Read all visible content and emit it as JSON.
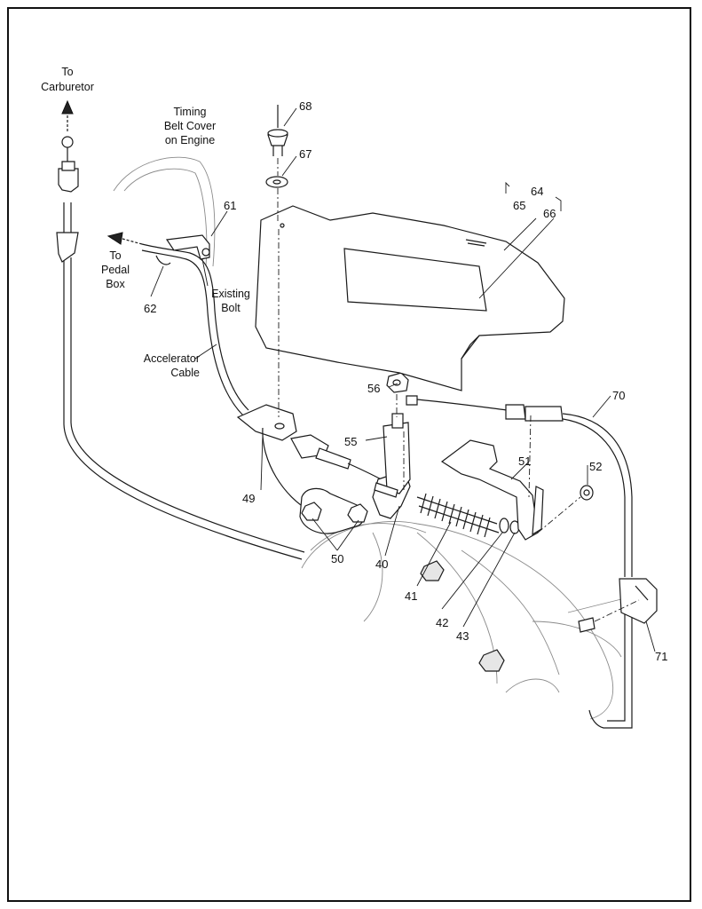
{
  "labels": {
    "to_carburetor": [
      "To",
      "Carburetor"
    ],
    "timing_belt": [
      "Timing",
      "Belt Cover",
      "on Engine"
    ],
    "to_pedal_box": [
      "To",
      "Pedal",
      "Box"
    ],
    "existing_bolt": [
      "Existing",
      "Bolt"
    ],
    "accelerator_cable": [
      "Accelerator",
      "Cable"
    ]
  },
  "parts": [
    "68",
    "67",
    "64",
    "65",
    "66",
    "61",
    "62",
    "56",
    "55",
    "70",
    "51",
    "52",
    "49",
    "50",
    "40",
    "41",
    "42",
    "43",
    "71"
  ]
}
